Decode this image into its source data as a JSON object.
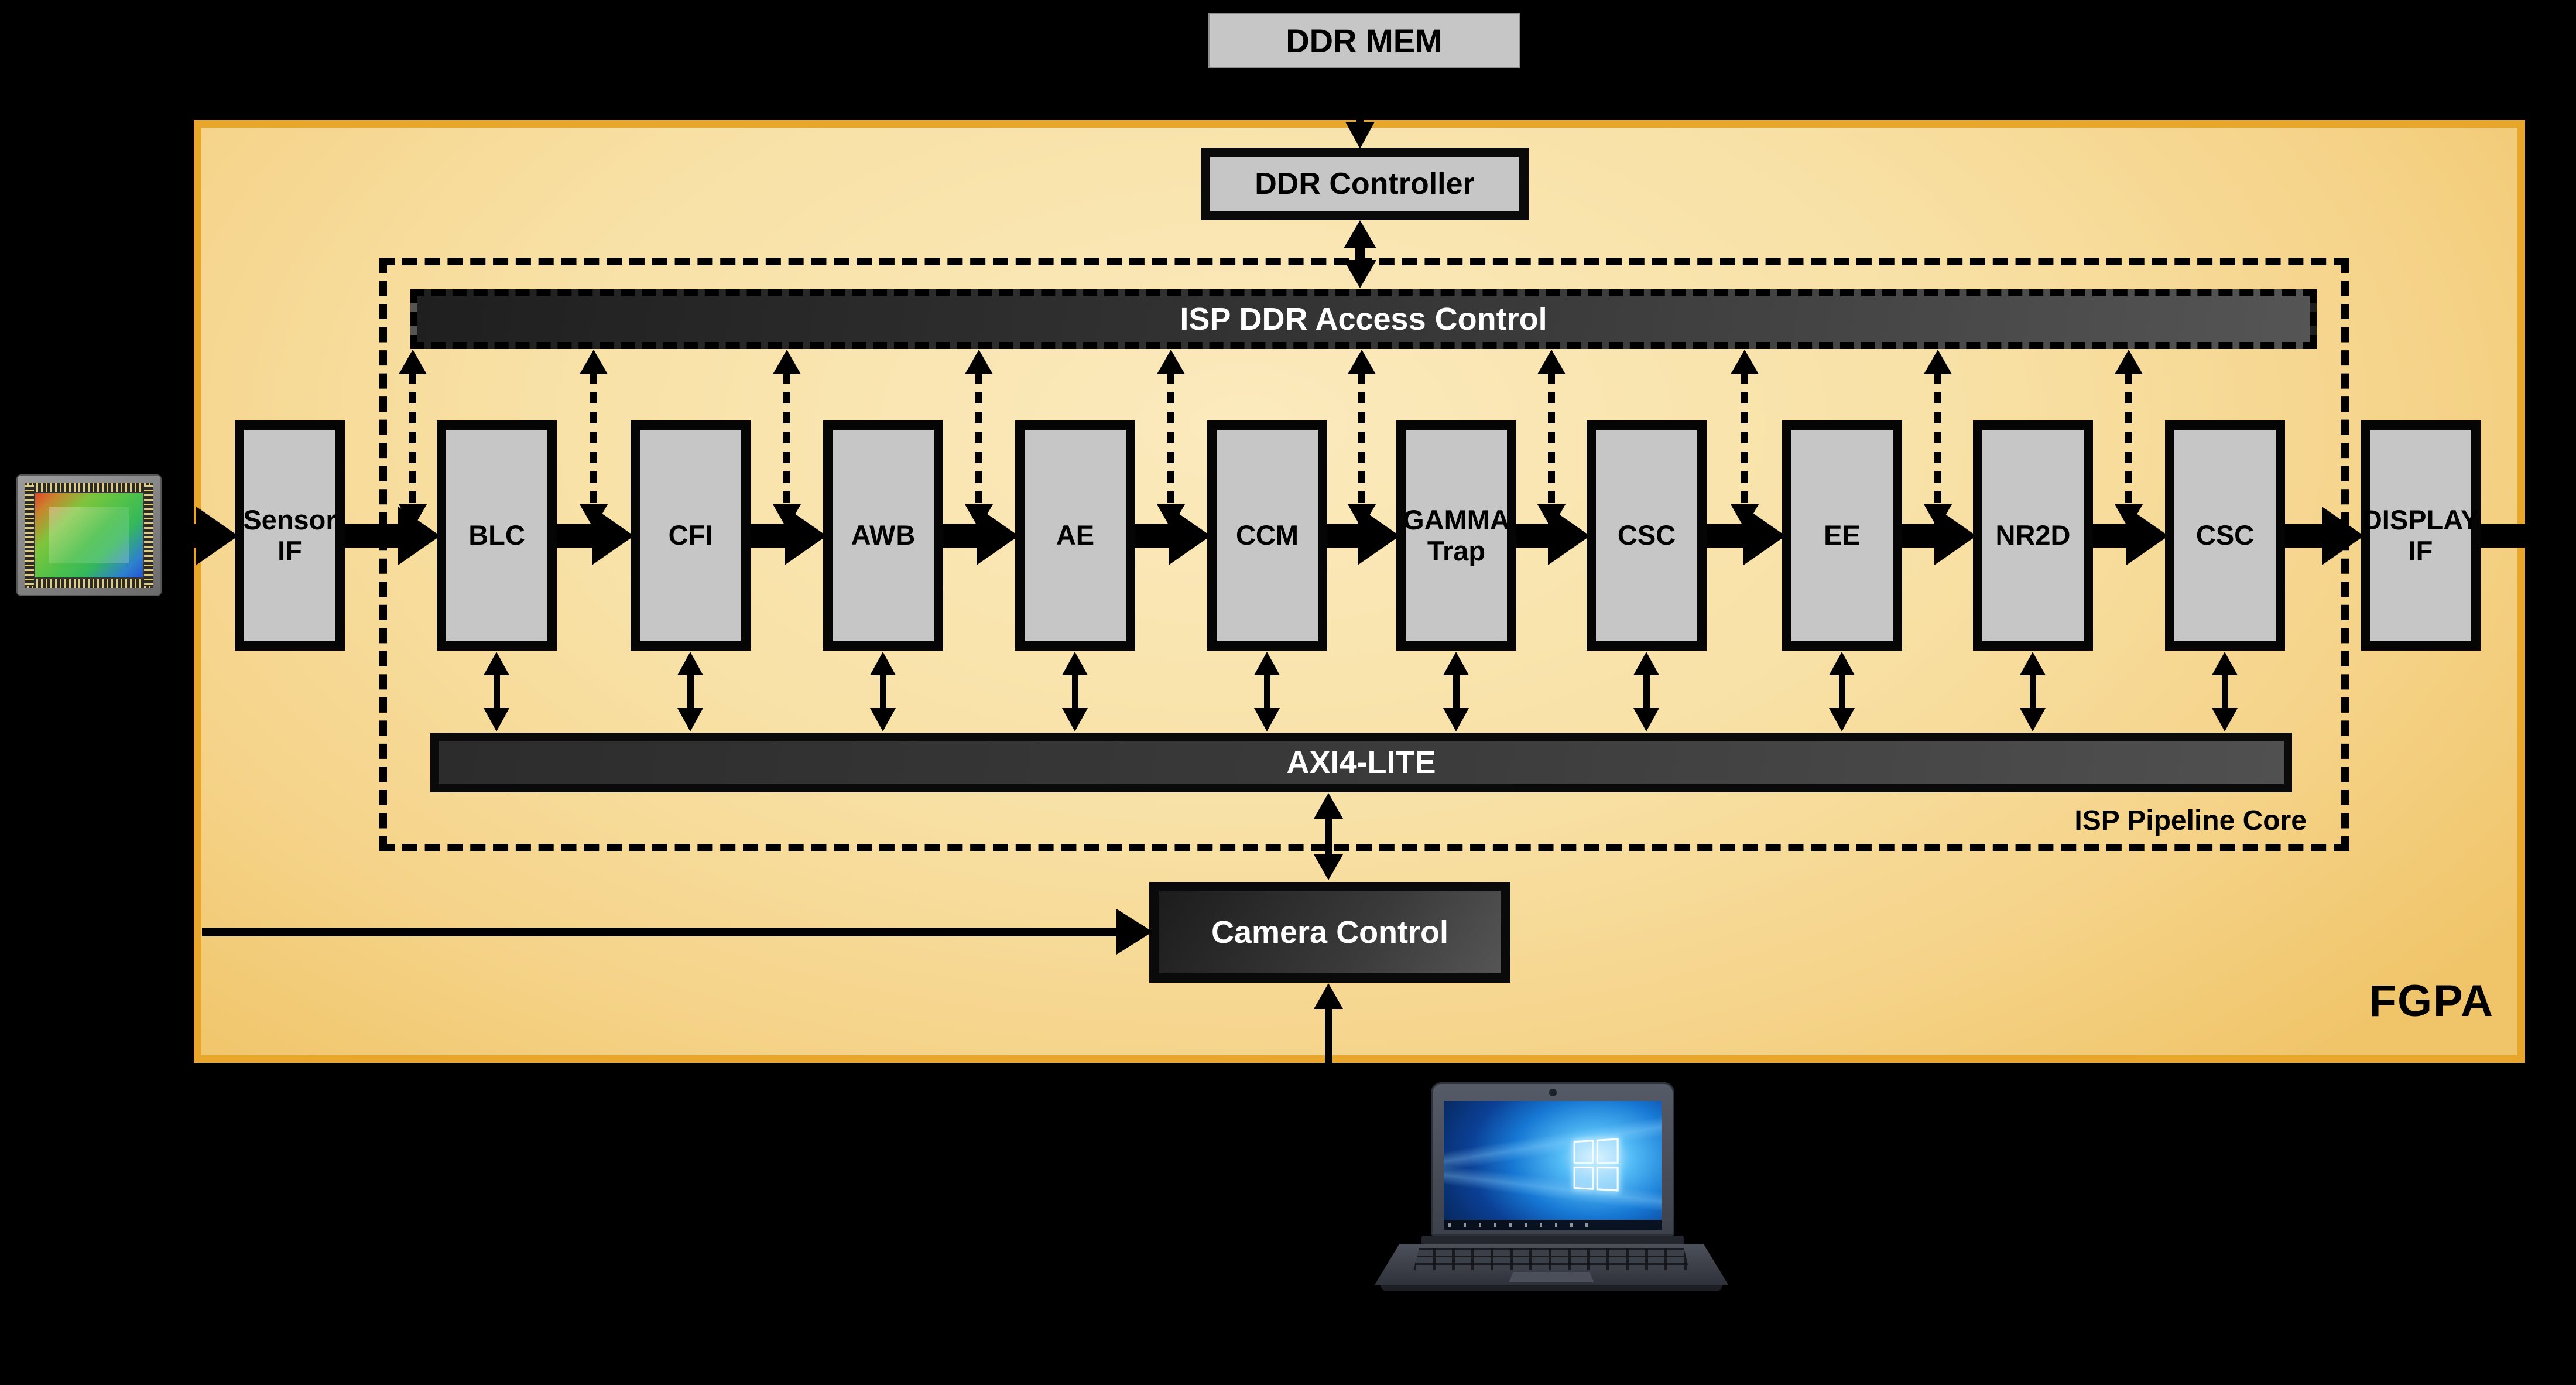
{
  "fpga": {
    "label": "FGPA",
    "border_color": "#E8A62B",
    "fill_light": "#FBEABD",
    "fill_dark": "#F0C468"
  },
  "memory": {
    "ddr_mem_label": "DDR MEM",
    "ddr_controller_label": "DDR Controller"
  },
  "isp_core": {
    "label": "ISP Pipeline Core",
    "ddr_access_label": "ISP DDR Access Control",
    "axi_label": "AXI4-LITE"
  },
  "camera_control": {
    "label": "Camera Control"
  },
  "pipeline": {
    "blocks": [
      {
        "name": "sensor-if",
        "label": "Sensor\nIF"
      },
      {
        "name": "blc",
        "label": "BLC"
      },
      {
        "name": "cfi",
        "label": "CFI"
      },
      {
        "name": "awb",
        "label": "AWB"
      },
      {
        "name": "ae",
        "label": "AE"
      },
      {
        "name": "ccm",
        "label": "CCM"
      },
      {
        "name": "gamma-trap",
        "label": "GAMMA\nTrap"
      },
      {
        "name": "csc-1",
        "label": "CSC"
      },
      {
        "name": "ee",
        "label": "EE"
      },
      {
        "name": "nr2d",
        "label": "NR2D"
      },
      {
        "name": "csc-2",
        "label": "CSC"
      },
      {
        "name": "display-if",
        "label": "DISPLAY\nIF"
      }
    ]
  },
  "icons": {
    "sensor": "image-sensor-chip",
    "host": "laptop-computer"
  },
  "colors": {
    "background": "#000000",
    "block_fill": "#C6C6C6",
    "dark_bar": "#3A3A3A",
    "text_on_dark": "#FFFFFF",
    "text_on_light": "#000000"
  }
}
